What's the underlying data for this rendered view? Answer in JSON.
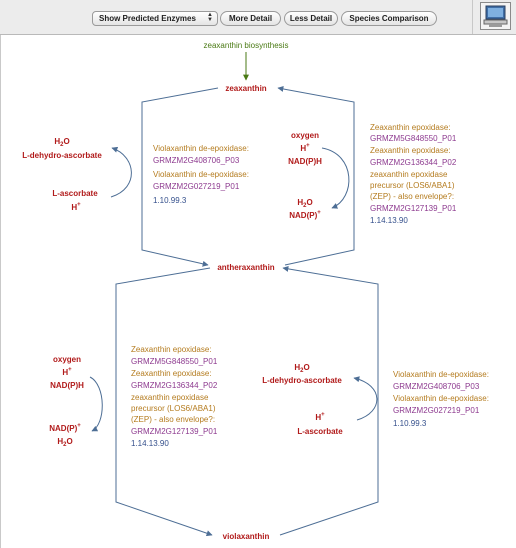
{
  "toolbar": {
    "enzyme_filter": "Show Predicted Enzymes",
    "more_detail": "More Detail",
    "less_detail": "Less Detail",
    "species_comparison": "Species Comparison",
    "icon": "computer-icon"
  },
  "pathway_link": "zeaxanthin biosynthesis",
  "nodes": {
    "zeaxanthin": "zeaxanthin",
    "antheraxanthin": "antheraxanthin",
    "violaxanthin": "violaxanthin"
  },
  "step1": {
    "left_side": {
      "h2o": "H",
      "h2o_sub": "2",
      "h2o_tail": "O",
      "l_dehydro_ascorbate": "L-dehydro-ascorbate",
      "l_ascorbate": "L-ascorbate",
      "h_plus": "H",
      "h_plus_sup": "+"
    },
    "left_enzyme": {
      "name1": "Violaxanthin de-epoxidase:",
      "gene1": "GRMZM2G408706_P03",
      "name2": "Violaxanthin de-epoxidase:",
      "gene2": "GRMZM2G027219_P01",
      "ec": "1.10.99.3"
    },
    "right_side": {
      "oxygen": "oxygen",
      "h_plus": "H",
      "h_plus_sup": "+",
      "nadph": "NAD(P)H",
      "h2o": "H",
      "h2o_sub": "2",
      "h2o_tail": "O",
      "nadp": "NAD(P)",
      "nadp_sup": "+"
    },
    "right_enzyme": {
      "name1": "Zeaxanthin epoxidase:",
      "gene1": "GRMZM5G848550_P01",
      "name2": "Zeaxanthin epoxidase:",
      "gene2": "GRMZM2G136344_P02",
      "name3_l1": "zeaxanthin epoxidase",
      "name3_l2": "precursor (LOS6/ABA1)",
      "name3_l3": "(ZEP) - also envelope?:",
      "gene3": "GRMZM2G127139_P01",
      "ec": "1.14.13.90"
    }
  },
  "step2": {
    "left_side": {
      "oxygen": "oxygen",
      "h_plus": "H",
      "h_plus_sup": "+",
      "nadph": "NAD(P)H",
      "nadp": "NAD(P)",
      "nadp_sup": "+",
      "h2o": "H",
      "h2o_sub": "2",
      "h2o_tail": "O"
    },
    "left_enzyme": {
      "name1": "Zeaxanthin epoxidase:",
      "gene1": "GRMZM5G848550_P01",
      "name2": "Zeaxanthin epoxidase:",
      "gene2": "GRMZM2G136344_P02",
      "name3_l1": "zeaxanthin epoxidase",
      "name3_l2": "precursor (LOS6/ABA1)",
      "name3_l3": "(ZEP) - also envelope?:",
      "gene3": "GRMZM2G127139_P01",
      "ec": "1.14.13.90"
    },
    "right_side": {
      "h2o": "H",
      "h2o_sub": "2",
      "h2o_tail": "O",
      "l_dehydro_ascorbate": "L-dehydro-ascorbate",
      "h_plus": "H",
      "h_plus_sup": "+",
      "l_ascorbate": "L-ascorbate"
    },
    "right_enzyme": {
      "name1": "Violaxanthin de-epoxidase:",
      "gene1": "GRMZM2G408706_P03",
      "name2": "Violaxanthin de-epoxidase:",
      "gene2": "GRMZM2G027219_P01",
      "ec": "1.10.99.3"
    }
  },
  "colors": {
    "compound": "#b11a1a",
    "enzyme_name": "#b47b1e",
    "gene": "#8d3a8f",
    "ec_number": "#35508c",
    "pathway_link": "#4a7a14",
    "edge": "#4d6e95"
  }
}
